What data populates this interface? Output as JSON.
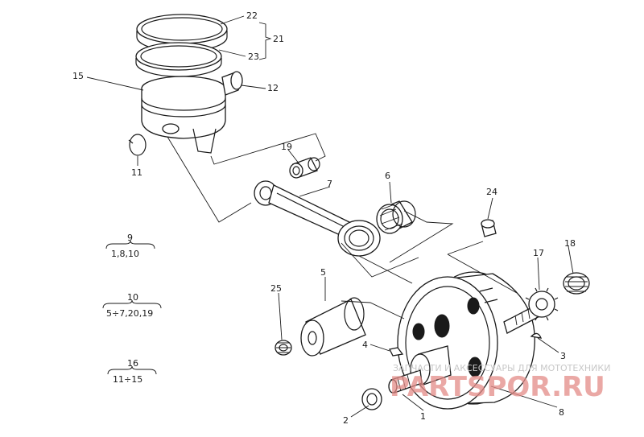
{
  "parts": {
    "p1": "1",
    "p2": "2",
    "p3": "3",
    "p4": "4",
    "p5": "5",
    "p6": "6",
    "p7": "7",
    "p8": "8",
    "p11": "11",
    "p12": "12",
    "p15": "15",
    "p17": "17",
    "p18": "18",
    "p19": "19",
    "p21": "21",
    "p22": "22",
    "p23": "23",
    "p24": "24",
    "p25": "25"
  },
  "groups": [
    {
      "num": "9",
      "items": "1,8,10"
    },
    {
      "num": "10",
      "items": "5÷7,20,19"
    },
    {
      "num": "16",
      "items": "11÷15"
    }
  ],
  "watermark": {
    "caption": "ЗАПЧАСТИ И АКСЕССУАРЫ ДЛЯ МОТОТЕХНИКИ",
    "logo": "PARTSPOR.RU"
  },
  "colors": {
    "ink": "#1a1a1a",
    "logo": "#e38b87"
  }
}
